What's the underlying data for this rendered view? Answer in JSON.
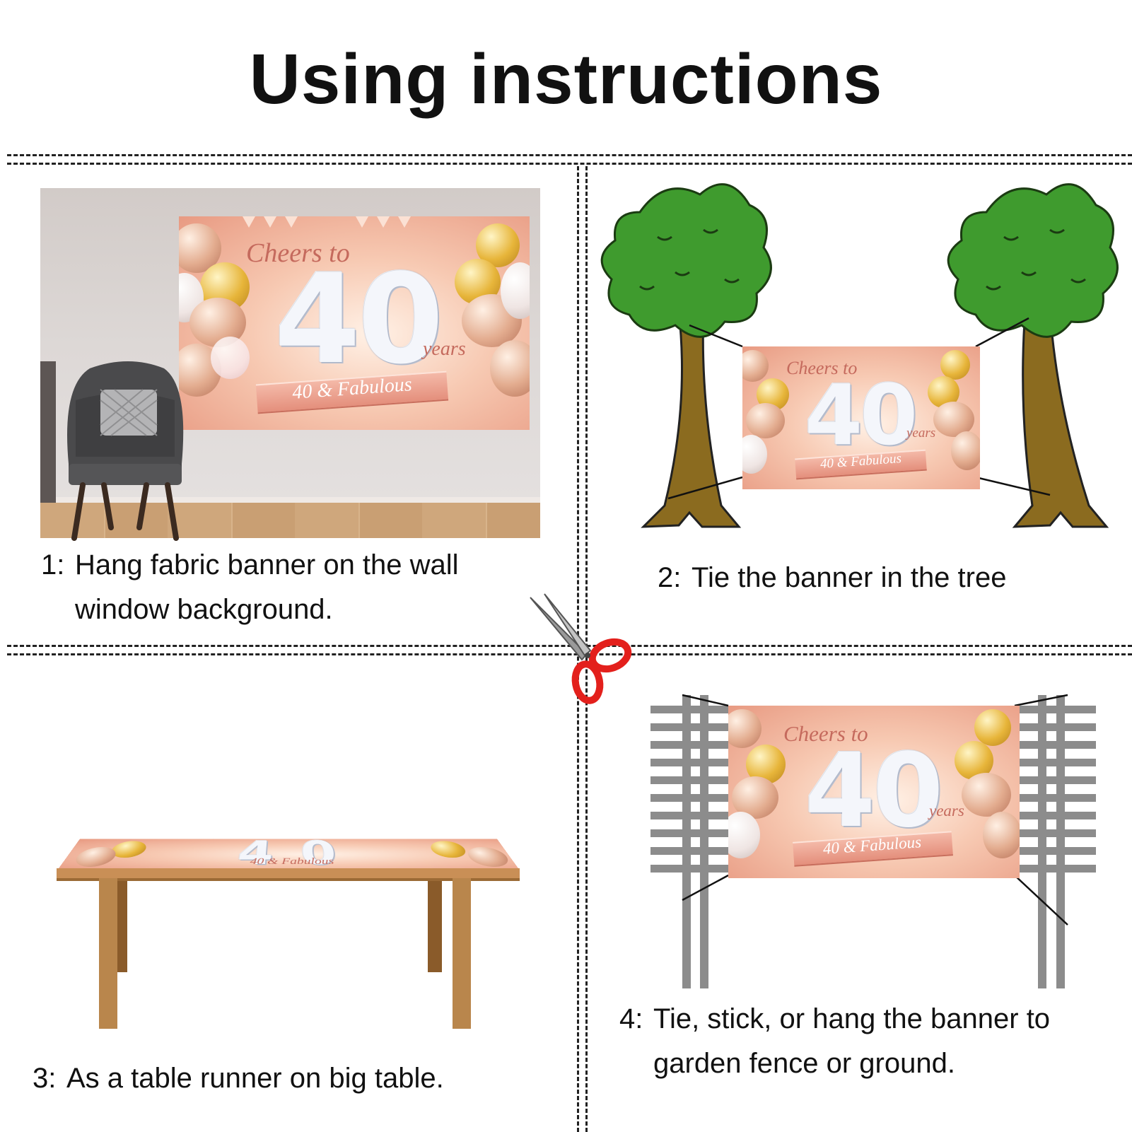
{
  "title": "Using instructions",
  "steps": [
    {
      "number": "1:",
      "lines": [
        "Hang fabric banner on the wall",
        "window background."
      ]
    },
    {
      "number": "2:",
      "lines": [
        "Tie the banner in the tree"
      ]
    },
    {
      "number": "3:",
      "lines": [
        "As a table runner on big table."
      ]
    },
    {
      "number": "4:",
      "lines": [
        "Tie, stick, or hang the banner to",
        "garden fence or ground."
      ]
    }
  ],
  "banner": {
    "cheers": "Cheers to",
    "number": "40",
    "years": "years",
    "tagline": "40 & Fabulous"
  },
  "colors": {
    "tree_leaves": "#3f9b2e",
    "tree_trunk": "#8b6b1f",
    "fence": "#8c8c8c",
    "table_wood": "#b9864c",
    "scissors_handle": "#e3201c",
    "chair": "#4a4a4c"
  },
  "icons": [
    "scissors-icon",
    "tree-icon",
    "fence-icon",
    "table-icon",
    "chair-icon"
  ]
}
